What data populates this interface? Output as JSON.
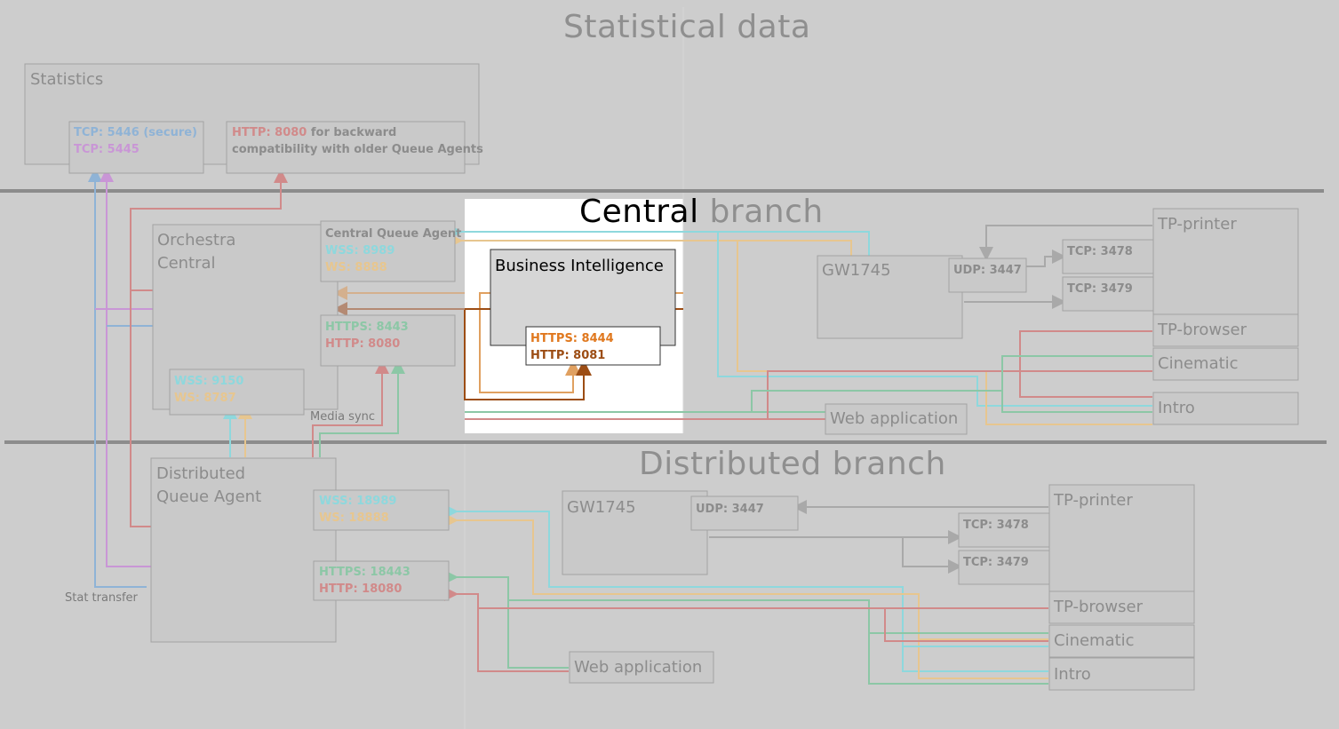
{
  "colors": {
    "background": "#cdcdcd",
    "highlight": "#ffffff",
    "box_fill": "#c9c9c9",
    "box_border": "#a3a3a3",
    "separator": "#8c8c8c",
    "tcp_secure": "#8fb3d6",
    "tcp": "#c996d6",
    "http": "#d18a8a",
    "wss": "#8ed8dd",
    "ws": "#e7c68f",
    "https": "#8cc7a6",
    "bi_https": "#e0781e",
    "bi_http": "#9c4d14",
    "gray_line": "#a9a9a9"
  },
  "sections": {
    "statistical": "Statistical data",
    "central_dark": "Central",
    "central_light": " branch",
    "distributed": "Distributed branch"
  },
  "statistics": {
    "title": "Statistics",
    "tcp_secure": "TCP: 5446 (secure)",
    "tcp": "TCP: 5445",
    "http_prefix": "HTTP: 8080",
    "http_suffix": " for backward",
    "http_line2": "compatibility with older Queue Agents"
  },
  "central": {
    "orchestra_line1": "Orchestra",
    "orchestra_line2": "Central",
    "cqa_title": "Central Queue Agent",
    "cqa_wss": "WSS: 8989",
    "cqa_ws": "WS: 8888",
    "web_https": "HTTPS: 8443",
    "web_http": "HTTP: 8080",
    "wss9150": "WSS: 9150",
    "ws8787": "WS: 8787",
    "media_sync": "Media sync",
    "bi_title": "Business Intelligence",
    "bi_https": "HTTPS: 8444",
    "bi_http": "HTTP: 8081",
    "gw": "GW1745",
    "udp": "UDP: 3447",
    "tcp3478": "TCP: 3478",
    "tcp3479": "TCP: 3479",
    "tp_printer": "TP-printer",
    "tp_browser": "TP-browser",
    "cinematic": "Cinematic",
    "intro": "Intro",
    "web_app": "Web application"
  },
  "distributed": {
    "dqa_line1": "Distributed",
    "dqa_line2": "Queue Agent",
    "wss": "WSS: 18989",
    "ws": "WS: 18888",
    "https": "HTTPS: 18443",
    "http": "HTTP: 18080",
    "stat_transfer": "Stat transfer",
    "gw": "GW1745",
    "udp": "UDP: 3447",
    "tcp3478": "TCP: 3478",
    "tcp3479": "TCP: 3479",
    "tp_printer": "TP-printer",
    "tp_browser": "TP-browser",
    "cinematic": "Cinematic",
    "intro": "Intro",
    "web_app": "Web application"
  }
}
